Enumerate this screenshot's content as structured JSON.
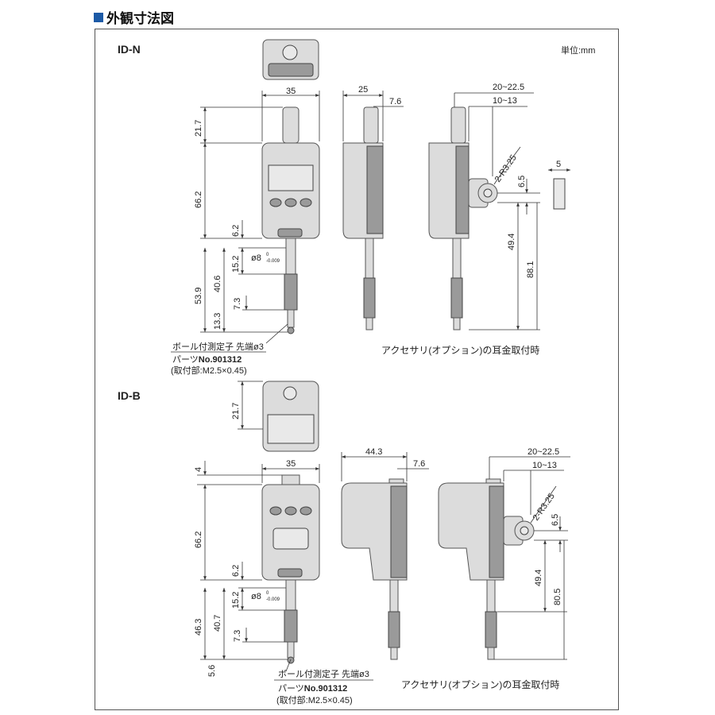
{
  "heading": {
    "title": "外観寸法図",
    "accent_color": "#1c5aa6"
  },
  "unit_label": "単位:mm",
  "models": [
    {
      "name": "ID-N",
      "dims": {
        "width": "35",
        "depth": "25",
        "front_offset": "7.6",
        "top_height": "21.7",
        "body_height": "66.2",
        "bottom_gap": "6.2",
        "stem_len": "15.2",
        "stem_dia": "ø8",
        "stem_tol_upper": "0",
        "stem_tol_lower": "-0.009",
        "travel_total": "53.9",
        "lower_len": "40.6",
        "spindle_a": "7.3",
        "spindle_b": "13.3",
        "lug_range1": "20~22.5",
        "lug_range2": "10~13",
        "lug_radius": "2-R3.25",
        "lug_offset": "6.5",
        "lug_thickness": "5",
        "lug_height1": "49.4",
        "lug_height2": "88.1"
      },
      "probe_note": "ボール付測定子 先端ø3",
      "parts_prefix": "パーツ",
      "parts_no": "No.901312",
      "parts_mount": "(取付部:M2.5×0.45)",
      "accessory_caption": "アクセサリ(オプション)の耳金取付時"
    },
    {
      "name": "ID-B",
      "dims": {
        "top_height": "21.7",
        "width": "35",
        "cap_height": "4",
        "depth": "44.3",
        "front_offset": "7.6",
        "body_height": "66.2",
        "bottom_gap": "6.2",
        "stem_len": "15.2",
        "stem_dia": "ø8",
        "stem_tol_upper": "0",
        "stem_tol_lower": "-0.009",
        "travel_total": "46.3",
        "lower_len": "40.7",
        "spindle_a": "7.3",
        "spindle_b": "5.6",
        "lug_range1": "20~22.5",
        "lug_range2": "10~13",
        "lug_radius": "2-R3.25",
        "lug_offset": "6.5",
        "lug_height1": "49.4",
        "lug_height2": "80.5"
      },
      "probe_note": "ボール付測定子 先端ø3",
      "parts_prefix": "パーツ",
      "parts_no": "No.901312",
      "parts_mount": "(取付部:M2.5×0.45)",
      "accessory_caption": "アクセサリ(オプション)の耳金取付時"
    }
  ]
}
